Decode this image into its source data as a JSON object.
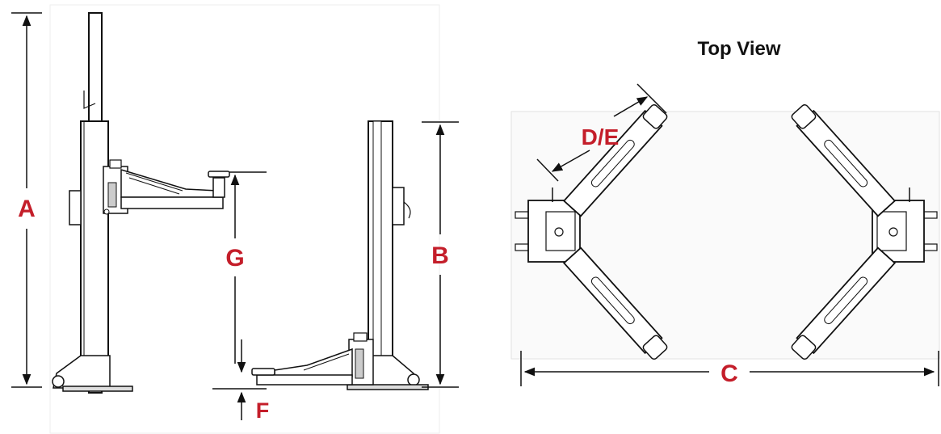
{
  "title": "Top View",
  "labels": {
    "a": "A",
    "b": "B",
    "c": "C",
    "de": "D/E",
    "f": "F",
    "g": "G"
  },
  "colors": {
    "label": "#c41e2a",
    "line": "#111111",
    "panel": "#fafafa"
  }
}
